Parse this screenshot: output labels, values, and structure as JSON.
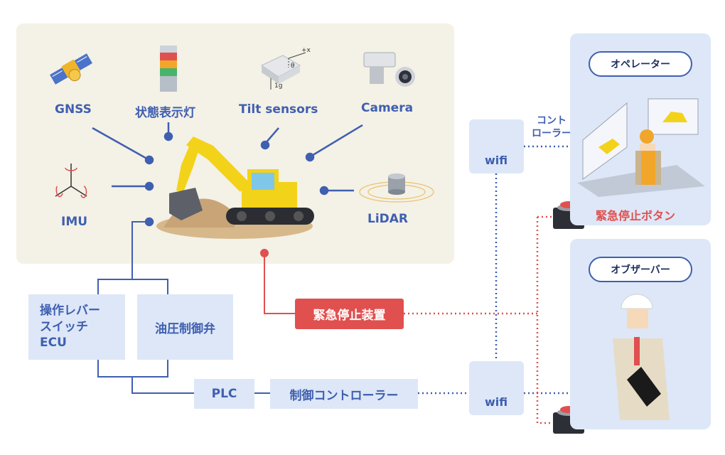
{
  "sensors": {
    "gnss": "GNSS",
    "status_light": "状態表示灯",
    "tilt": "Tilt sensors",
    "camera": "Camera",
    "imu": "IMU",
    "lidar": "LiDAR"
  },
  "tilt_marks": {
    "x": "+x",
    "g": "1g",
    "theta": "θ"
  },
  "control": {
    "lever_switch": "操作レバー\nスイッチ\nECU",
    "hydraulic": "油圧制御弁",
    "plc": "PLC",
    "controller": "制御コントローラー",
    "estop_device": "緊急停止装置"
  },
  "network": {
    "wifi_top": "wifi",
    "wifi_bottom": "wifi",
    "link_label": "コント\nローラー"
  },
  "stations": {
    "operator": "オペレーター",
    "observer": "オブザーバー",
    "estop_button": "緊急停止ボタン"
  },
  "colors": {
    "accent": "#3f5fb0",
    "alert": "#e0504f",
    "panel": "#f4f1e6",
    "box": "#dde7f7"
  }
}
